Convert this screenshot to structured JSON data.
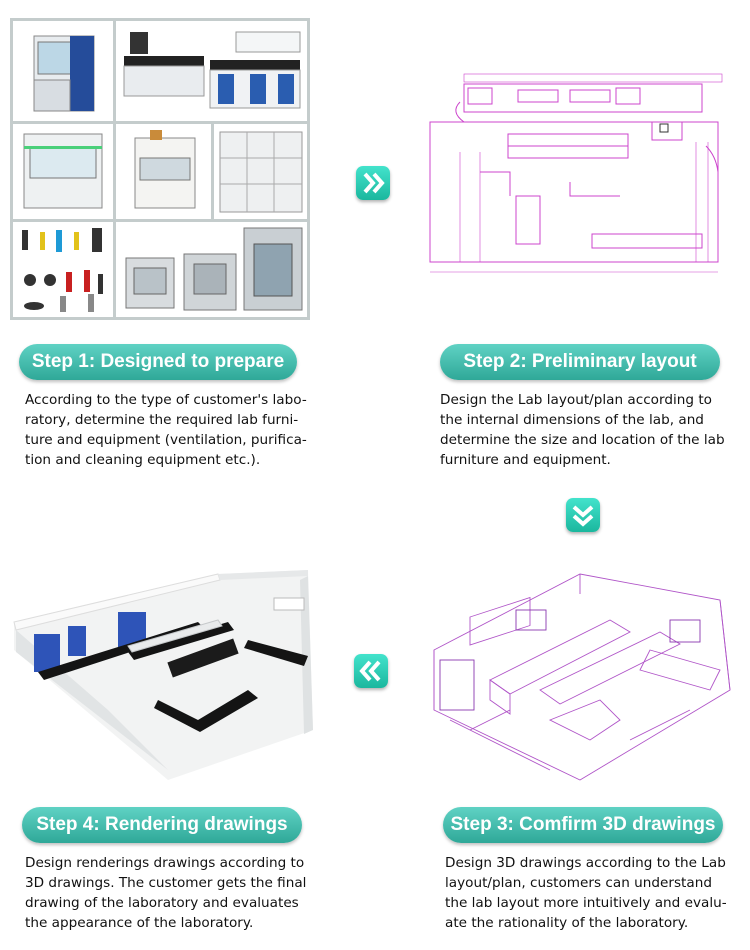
{
  "steps": [
    {
      "title": "Step 1: Designed to prepare",
      "desc": [
        "According to the type of customer's labo-",
        "ratory, determine the required lab furni-",
        "ture and equipment (ventilation, purifica-",
        "tion and cleaning equipment etc.)."
      ]
    },
    {
      "title": "Step 2: Preliminary layout",
      "desc": [
        "Design the Lab layout/plan according to",
        "the internal dimensions of the lab, and",
        "determine the size and location of the lab",
        "furniture and equipment."
      ]
    },
    {
      "title": "Step 3: Comfirm 3D drawings",
      "desc": [
        "Design 3D drawings according to the Lab",
        "layout/plan, customers can understand",
        "the lab layout more intuitively and evalu-",
        "ate the rationality of the laboratory."
      ]
    },
    {
      "title": "Step 4: Rendering drawings",
      "desc": [
        "Design renderings drawings according to",
        "3D drawings. The customer gets the final",
        "drawing of the laboratory and evaluates",
        "the appearance of the laboratory."
      ]
    }
  ],
  "icons": {
    "next_right": "double-chevron-right-icon",
    "next_down": "double-chevron-down-icon",
    "next_left": "double-chevron-left-icon"
  },
  "colors": {
    "accent": "#2fa898",
    "arrow": "#1bb79e",
    "plan_lines": "#cc44cc",
    "collage_bg": "#c4cccc"
  }
}
